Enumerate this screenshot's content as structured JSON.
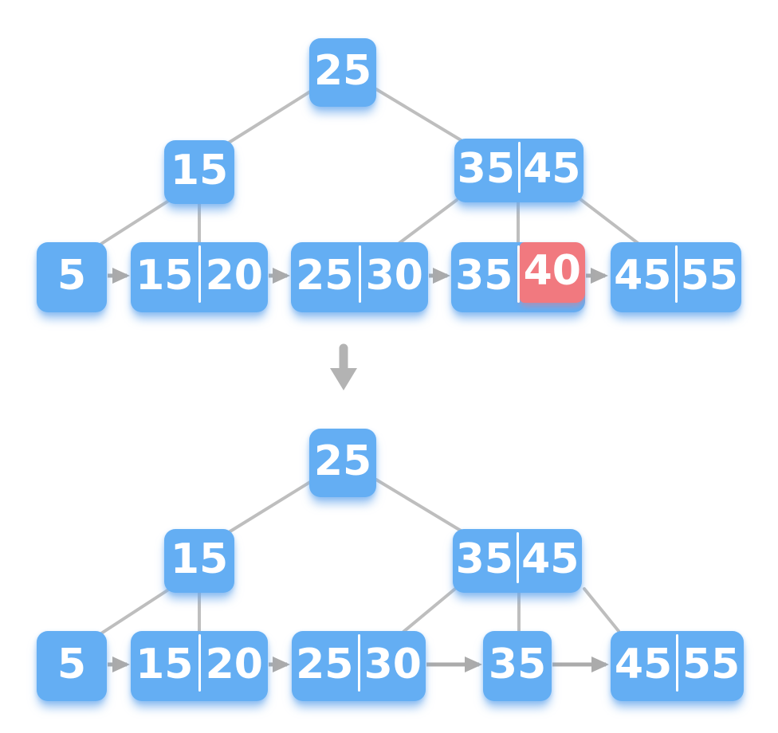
{
  "diagram_type": "b-plus-tree-deletion",
  "colors": {
    "node_blue": "#64AEF3",
    "highlight_red": "#F1797F",
    "tree_edge_gray": "#BEBEBE",
    "arrow_gray": "#ABABAB",
    "transition_arrow_gray": "#B3B3B3",
    "key_text": "#FFFFFF",
    "divider_white": "#FFFFFF"
  },
  "icons": {
    "transition_arrow": "down-arrow"
  },
  "trees": [
    {
      "name": "before-deletion",
      "nodes": [
        {
          "role": "root",
          "keys": [
            "25"
          ]
        },
        {
          "role": "internal-left",
          "keys": [
            "15"
          ]
        },
        {
          "role": "internal-right",
          "keys": [
            "35",
            "45"
          ]
        },
        {
          "role": "leaf-1",
          "keys": [
            "5"
          ]
        },
        {
          "role": "leaf-2",
          "keys": [
            "15",
            "20"
          ]
        },
        {
          "role": "leaf-3",
          "keys": [
            "25",
            "30"
          ]
        },
        {
          "role": "leaf-4",
          "keys": [
            "35",
            "40"
          ],
          "highlighted_key": "40"
        },
        {
          "role": "leaf-5",
          "keys": [
            "45",
            "55"
          ]
        }
      ]
    },
    {
      "name": "after-deletion",
      "nodes": [
        {
          "role": "root",
          "keys": [
            "25"
          ]
        },
        {
          "role": "internal-left",
          "keys": [
            "15"
          ]
        },
        {
          "role": "internal-right",
          "keys": [
            "35",
            "45"
          ]
        },
        {
          "role": "leaf-1",
          "keys": [
            "5"
          ]
        },
        {
          "role": "leaf-2",
          "keys": [
            "15",
            "20"
          ]
        },
        {
          "role": "leaf-3",
          "keys": [
            "25",
            "30"
          ]
        },
        {
          "role": "leaf-4",
          "keys": [
            "35"
          ]
        },
        {
          "role": "leaf-5",
          "keys": [
            "45",
            "55"
          ]
        }
      ]
    }
  ]
}
